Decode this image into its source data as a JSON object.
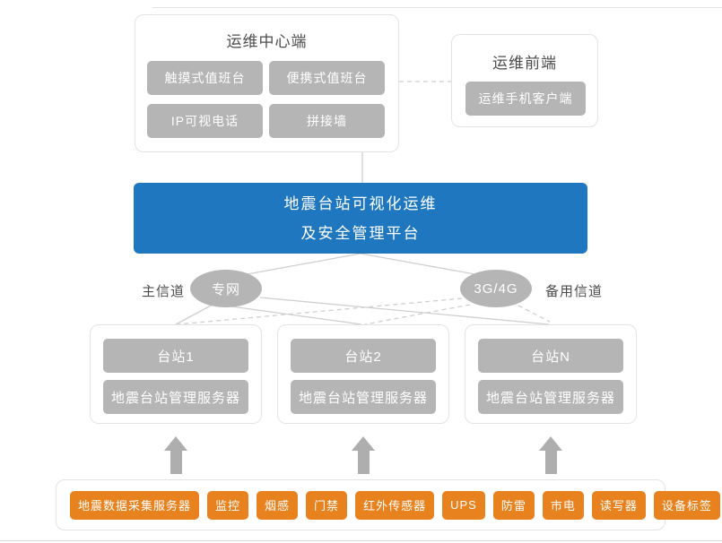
{
  "colors": {
    "platform_blue": "#1f77c0",
    "node_gray": "#b5b5b5",
    "device_orange": "#e8821e",
    "panel_border": "#e3e3e3",
    "wire_gray": "#cfcfcf",
    "label_text": "#4c4c4c"
  },
  "ops_center": {
    "title": "运维中心端",
    "buttons": [
      "触摸式值班台",
      "便携式值班台",
      "IP可视电话",
      "拼接墙"
    ]
  },
  "ops_frontend": {
    "title": "运维前端",
    "buttons": [
      "运维手机客户端"
    ]
  },
  "platform": {
    "line1": "地震台站可视化运维",
    "line2": "及安全管理平台"
  },
  "channels": {
    "primary_label": "主信道",
    "primary_node": "专网",
    "backup_node": "3G/4G",
    "backup_label": "备用信道"
  },
  "stations": [
    {
      "name": "台站1",
      "server": "地震台站管理服务器"
    },
    {
      "name": "台站2",
      "server": "地震台站管理服务器"
    },
    {
      "name": "台站N",
      "server": "地震台站管理服务器"
    }
  ],
  "devices": [
    "地震数据采集服务器",
    "监控",
    "烟感",
    "门禁",
    "红外传感器",
    "UPS",
    "防雷",
    "市电",
    "读写器",
    "设备标签"
  ]
}
